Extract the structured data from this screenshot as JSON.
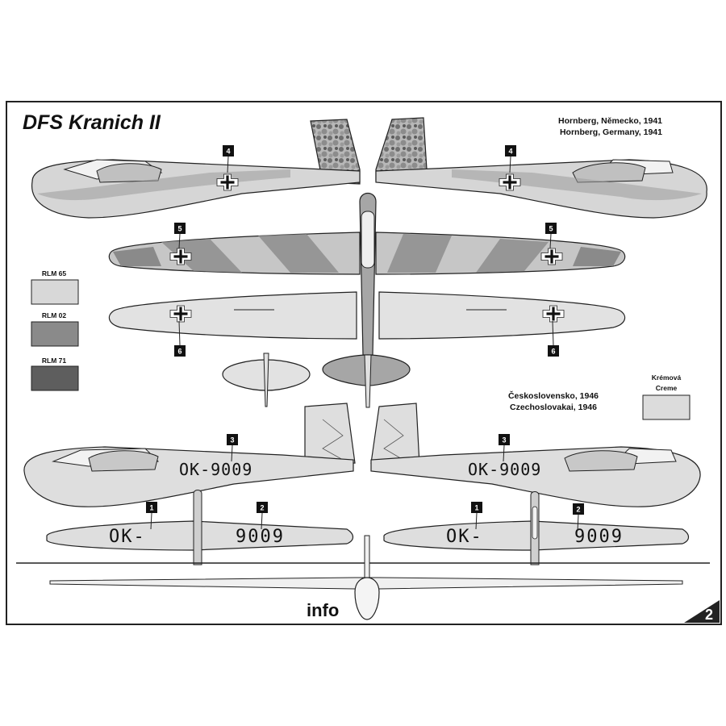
{
  "title": "DFS Kranich II",
  "scheme_1": {
    "location_cz": "Hornberg, Německo, 1941",
    "location_en": "Hornberg, Germany, 1941"
  },
  "scheme_2": {
    "location_cz": "Československo, 1946",
    "location_en": "Czechoslovakai, 1946"
  },
  "swatches": [
    {
      "label": "RLM 65",
      "color": "#d8d8d8"
    },
    {
      "label": "RLM 02",
      "color": "#8a8a8a"
    },
    {
      "label": "RLM 71",
      "color": "#5e5e5e"
    }
  ],
  "creme_swatch": {
    "label_cz": "Krémová",
    "label_en": "Creme",
    "color": "#dcdcdc"
  },
  "markers": [
    "1",
    "2",
    "3",
    "4",
    "5",
    "6"
  ],
  "registration": {
    "full": "OK-9009",
    "wing_left": "OK-",
    "wing_right": "9009"
  },
  "footer": {
    "brand": "info",
    "page_number": "2"
  }
}
